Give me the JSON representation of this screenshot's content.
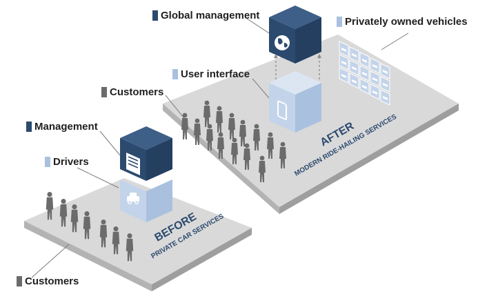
{
  "labels": {
    "global_management": "Global management",
    "privately_owned_vehicles": "Privately owned vehicles",
    "user_interface": "User interface",
    "customers_after": "Customers",
    "management": "Management",
    "drivers": "Drivers",
    "customers_before": "Customers"
  },
  "platforms": {
    "before_title": "BEFORE",
    "before_subtitle": "PRIVATE CAR SERVICES",
    "after_title": "AFTER",
    "after_subtitle": "MODERN RIDE-HAILING SERVICES"
  },
  "colors": {
    "dark_navy": "#2c4a6e",
    "light_blue": "#a9c1df",
    "gray": "#6b6b6b",
    "platform_top": "#d8d8d8",
    "platform_side": "#a9a9a9"
  },
  "icons": {
    "management_cube": "document-icon",
    "drivers_cube": "taxi-icon",
    "global_cube": "globe-icon",
    "user_interface_cube": "smartphone-icon",
    "vehicles": "car-grid-icon"
  }
}
